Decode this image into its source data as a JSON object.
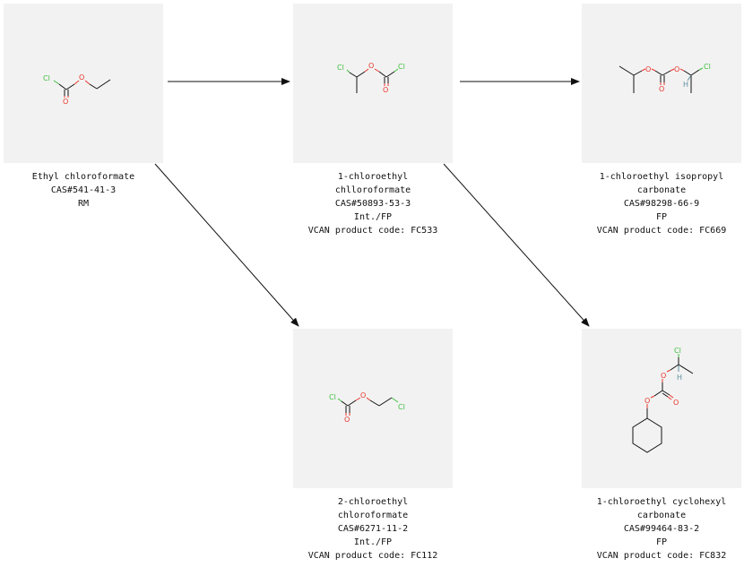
{
  "nodes": [
    {
      "id": "ethyl-chloroformate",
      "lines": [
        "Ethyl chloroformate",
        "CAS#541-41-3",
        "RM"
      ]
    },
    {
      "id": "1-chloroethyl-chloroformate",
      "lines": [
        "1-chloroethyl",
        "chlloroformate",
        "CAS#50893-53-3",
        "Int./FP",
        "VCAN product code: FC533"
      ]
    },
    {
      "id": "1-chloroethyl-isopropyl-carbonate",
      "lines": [
        "1-chloroethyl isopropyl",
        "carbonate",
        "CAS#98298-66-9",
        "FP",
        "VCAN product code: FC669"
      ]
    },
    {
      "id": "2-chloroethyl-chloroformate",
      "lines": [
        "2-chloroethyl",
        "chloroformate",
        "CAS#6271-11-2",
        "Int./FP",
        "VCAN product code: FC112"
      ]
    },
    {
      "id": "1-chloroethyl-cyclohexyl-carbonate",
      "lines": [
        "1-chloroethyl cyclohexyl",
        "carbonate",
        "CAS#99464-83-2",
        "FP",
        "VCAN product code: FC832"
      ]
    }
  ],
  "atoms": {
    "cl": "Cl",
    "o": "O",
    "h": "H"
  },
  "colors": {
    "chlorine": "#3fbf3f",
    "oxygen": "#e8342a",
    "hydrogen": "#5c8fa0",
    "panel": "#f2f2f2"
  },
  "edges": [
    {
      "from": "ethyl-chloroformate",
      "to": "1-chloroethyl-chloroformate"
    },
    {
      "from": "1-chloroethyl-chloroformate",
      "to": "1-chloroethyl-isopropyl-carbonate"
    },
    {
      "from": "ethyl-chloroformate",
      "to": "2-chloroethyl-chloroformate"
    },
    {
      "from": "1-chloroethyl-chloroformate",
      "to": "1-chloroethyl-cyclohexyl-carbonate"
    }
  ]
}
